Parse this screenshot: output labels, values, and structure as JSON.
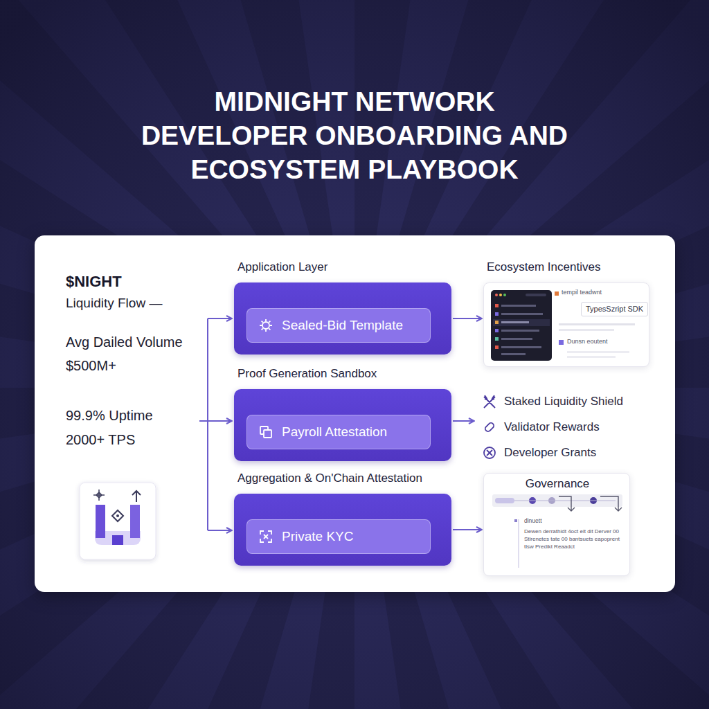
{
  "diagram": {
    "title": "MIDNIGHT NETWORK DEVELOPER ONBOARDING AND ECOSYSTEM PLAYBOOK",
    "nodes": [
      {
        "text": [
          "$NIGHT",
          "Liquidity Flow —",
          "Avg Dailed Volume",
          "$500M+",
          "99.9% Uptime",
          "2000+ TPS"
        ]
      },
      {
        "text": [
          "Application Layer"
        ],
        "in": 0
      },
      {
        "text": [
          "Sealed-Bid Template"
        ],
        "in": 1
      },
      {
        "text": [
          "Proof Generation Sandbox"
        ],
        "in": 0
      },
      {
        "text": [
          "Payroll Attestation"
        ],
        "in": 3
      },
      {
        "text": [
          "Aggregation & On'Chain Attestation"
        ],
        "in": 0
      },
      {
        "text": [
          "Private KYC"
        ],
        "in": 5
      },
      {
        "text": [
          "Ecosystem Incentives",
          "tempil teadwnt",
          "TypesSzript SDK",
          "Dunsn eoutent"
        ],
        "in": 0
      },
      {
        "text": [
          "Governance",
          "dinuett",
          "Dewen derrathidt 4oct eit dit Derver 00 Stlrenetes tate 00 bantsuets eapoprent tlsw Predikt Reaadct"
        ],
        "in": 0
      }
    ],
    "edges": [
      {
        "from": 1,
        "to": 7,
        "arrow": "to"
      },
      {
        "from": 5,
        "to": 8,
        "arrow": "to"
      }
    ],
    "labels": [
      "Staked Liquidity Shield",
      "Validator Rewards",
      "Developer Grants"
    ]
  }
}
